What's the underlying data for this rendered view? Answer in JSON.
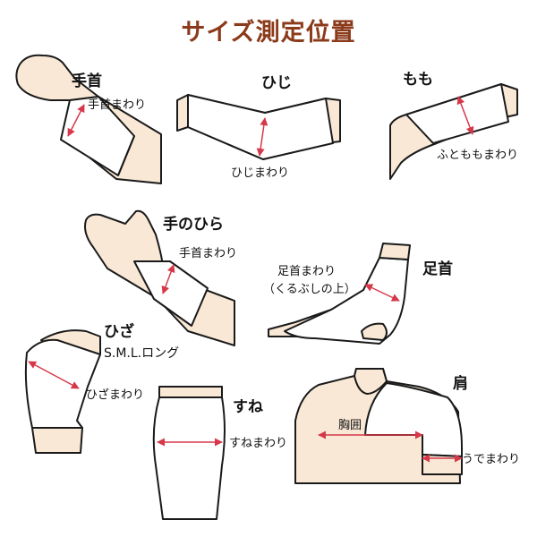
{
  "title": "サイズ測定位置",
  "colors": {
    "title": "#8b3a1a",
    "skin": "#f9e8d6",
    "arrow": "#d6384a",
    "line": "#1a1a1a"
  },
  "parts": {
    "wrist": {
      "name": "手首",
      "measure": "手首まわり"
    },
    "elbow": {
      "name": "ひじ",
      "measure": "ひじまわり"
    },
    "thigh": {
      "name": "もも",
      "measure": "ふとももまわり"
    },
    "palm": {
      "name": "手のひら",
      "measure": "手首まわり"
    },
    "ankle": {
      "name": "足首",
      "measure": "足首まわり",
      "note": "（くるぶしの上）"
    },
    "knee": {
      "name": "ひざ",
      "sizes": "S.M.L.ロング",
      "measure": "ひざまわり"
    },
    "shin": {
      "name": "すね",
      "measure": "すねまわり"
    },
    "shoulder": {
      "name": "肩",
      "chest": "胸囲",
      "measure": "うでまわり"
    }
  }
}
